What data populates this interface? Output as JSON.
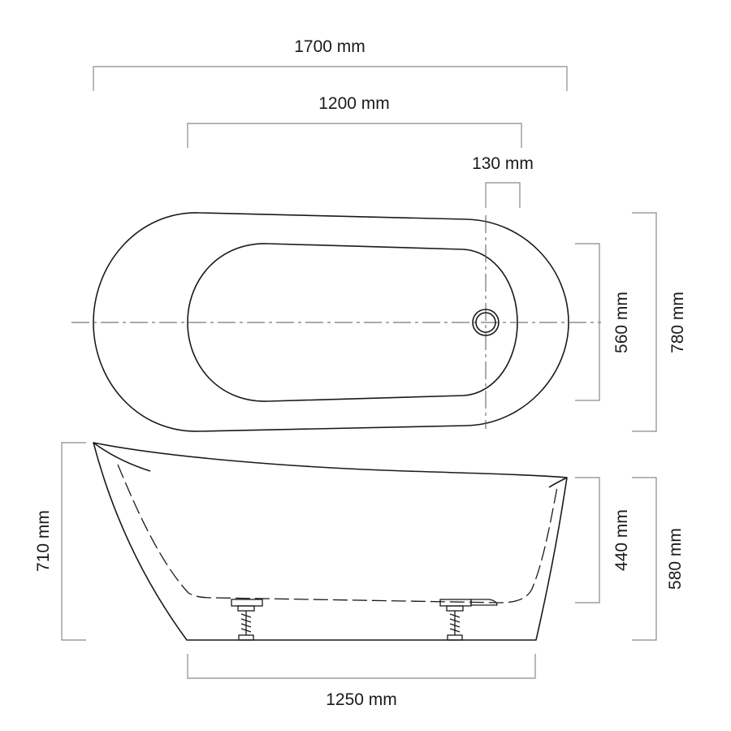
{
  "dimensions": {
    "overall_length": "1700 mm",
    "inner_length": "1200 mm",
    "waste_offset": "130 mm",
    "inner_width": "560 mm",
    "overall_width": "780 mm",
    "overall_height": "710 mm",
    "inner_depth": "440 mm",
    "rim_height": "580 mm",
    "base_length": "1250 mm"
  }
}
